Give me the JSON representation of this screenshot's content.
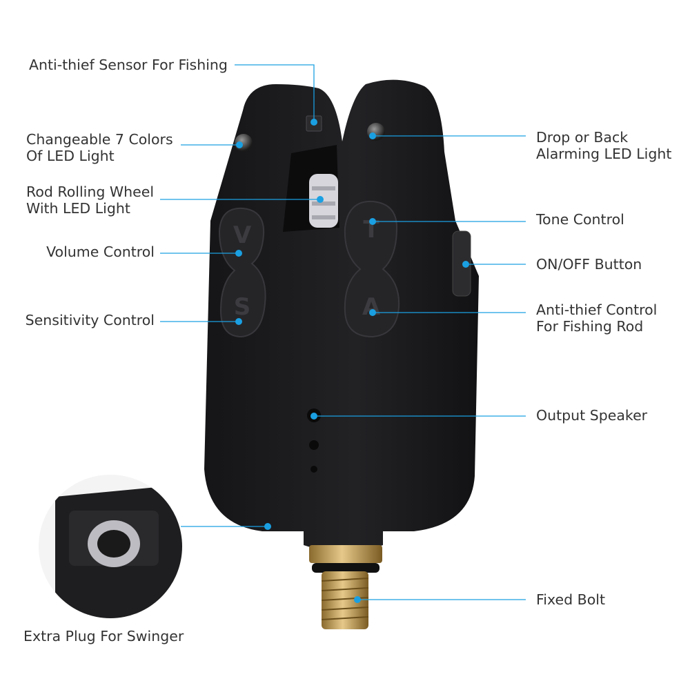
{
  "colors": {
    "body": "#1b1b1d",
    "callout": "#1aa0e2",
    "text": "#333333",
    "bolt": "#c9a35a"
  },
  "buttons": {
    "volume": "V",
    "sensitivity": "S",
    "tone": "T",
    "anti_thief": "A"
  },
  "labels": {
    "anti_thief_sensor": "Anti-thief Sensor For Fishing",
    "changeable_led_1": "Changeable 7 Colors",
    "changeable_led_2": "Of LED Light",
    "rod_wheel_1": "Rod Rolling Wheel",
    "rod_wheel_2": "With LED Light",
    "volume_control": "Volume Control",
    "sensitivity_control": "Sensitivity Control",
    "drop_back_1": "Drop or Back",
    "drop_back_2": "Alarming LED Light",
    "tone_control": "Tone Control",
    "on_off": "ON/OFF Button",
    "anti_thief_control_1": "Anti-thief Control",
    "anti_thief_control_2": "For Fishing Rod",
    "output_speaker": "Output Speaker",
    "fixed_bolt": "Fixed Bolt",
    "extra_plug": "Extra Plug For Swinger"
  }
}
